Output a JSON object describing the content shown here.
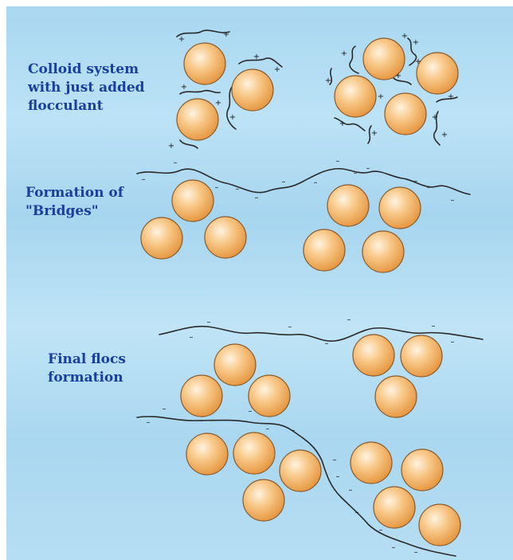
{
  "stages": [
    {
      "id": "stage-1",
      "label": "Colloid system\nwith just added\nflocculant"
    },
    {
      "id": "stage-2",
      "label": "Formation of\n\"Bridges\""
    },
    {
      "id": "stage-3",
      "label": "Final flocs\nformation"
    }
  ],
  "charges": {
    "positive": "+",
    "negative": "–"
  },
  "colors": {
    "label_text": "#1b3f9e",
    "particle_fill_light": "#fff3e0",
    "particle_fill_mid": "#f8c98a",
    "particle_fill_dark": "#e79a45",
    "particle_stroke": "#8b5a2b",
    "polymer_chain": "#2a2a2a",
    "background_top": "#a8d7f0",
    "background_bottom": "#b6def3"
  }
}
